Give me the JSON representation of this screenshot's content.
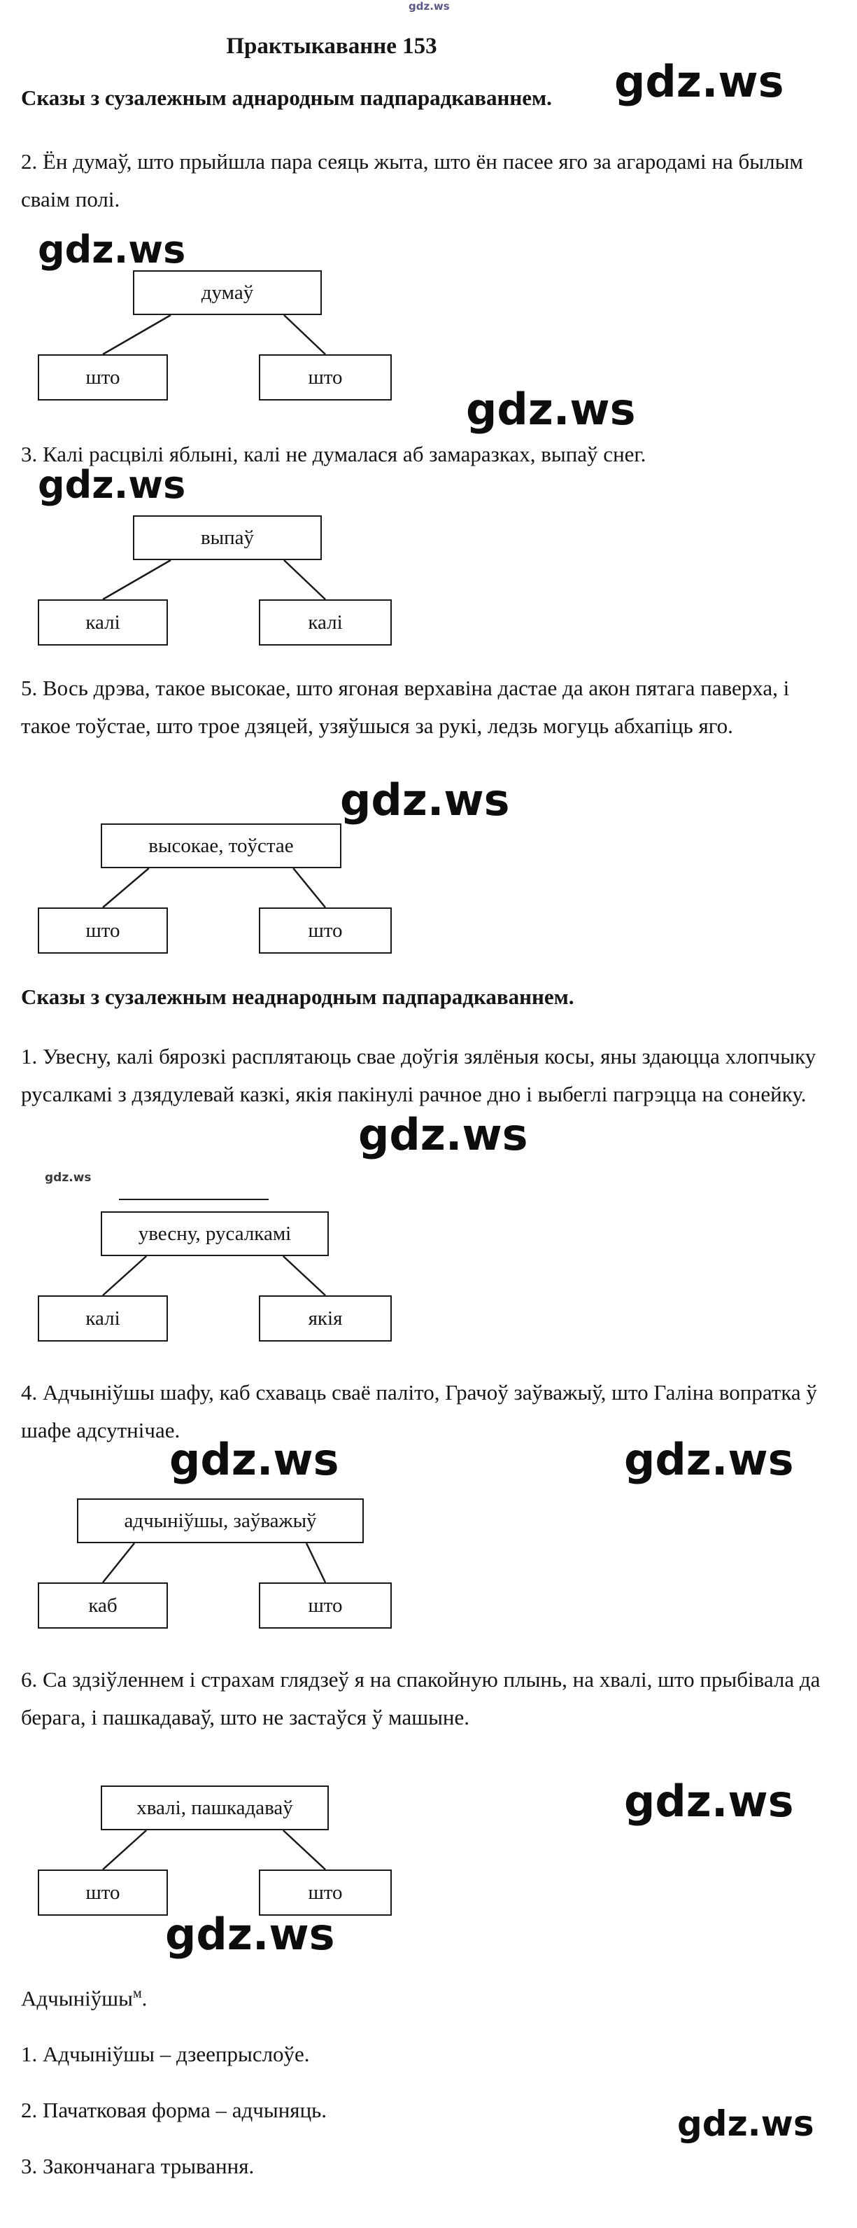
{
  "watermark": "gdz.ws",
  "title": "Практыкаванне 153",
  "heading_homogeneous": "Сказы з сузалежным аднародным падпарадкаваннем.",
  "heading_heterogeneous": "Сказы з сузалежным неаднародным падпарадкаваннем.",
  "sentences": {
    "s2": "2. Ён думаў, што прыйшла пара сеяць жыта, што ён пасее яго за агародамі на былым сваім полі.",
    "s3": "3. Калі расцвілі яблыні, калі не думалася аб замаразках, выпаў снег.",
    "s5": "5. Вось дрэва, такое высокае, што ягоная верхавіна дастае да акон пятага паверха, і такое тоўстае, што трое дзяцей, узяўшыся за рукі, ледзь могуць абхапіць яго.",
    "s1": "1. Увесну, калі бярозкі расплятаюць свае доўгія зялёныя косы, яны здаюцца хлопчыку русалкамі з дзядулевай казкі, якія пакінулі рачное дно і выбеглі пагрэцца на сонейку.",
    "s4": "4. Адчыніўшы шафу, каб схаваць сваё паліто, Грачоў заўважыў, што Галіна вопратка ў шафе адсутнічае.",
    "s6": "6. Са здзіўленнем і страхам глядзеў я на спакойную плынь, на хвалі, што прыбівала да берага, і пашкадаваў, што не застаўся ў машыне."
  },
  "diagrams": [
    {
      "top": "думаў",
      "left": "што",
      "right": "што"
    },
    {
      "top": "выпаў",
      "left": "калі",
      "right": "калі"
    },
    {
      "top": "высокае, тоўстае",
      "left": "што",
      "right": "што"
    },
    {
      "top": "увесну, русалкамі",
      "left": "калі",
      "right": "якія"
    },
    {
      "top": "адчыніўшы, заўважыў",
      "left": "каб",
      "right": "што"
    },
    {
      "top": "хвалі, пашкадаваў",
      "left": "што",
      "right": "што"
    }
  ],
  "morphology": {
    "word": "Адчыніўшы",
    "superscript": "м",
    "period": ".",
    "items": [
      "1. Адчыніўшы – дзеепрыслоўе.",
      "2. Пачатковая форма – адчыняць.",
      "3. Закончанага трывання."
    ]
  }
}
